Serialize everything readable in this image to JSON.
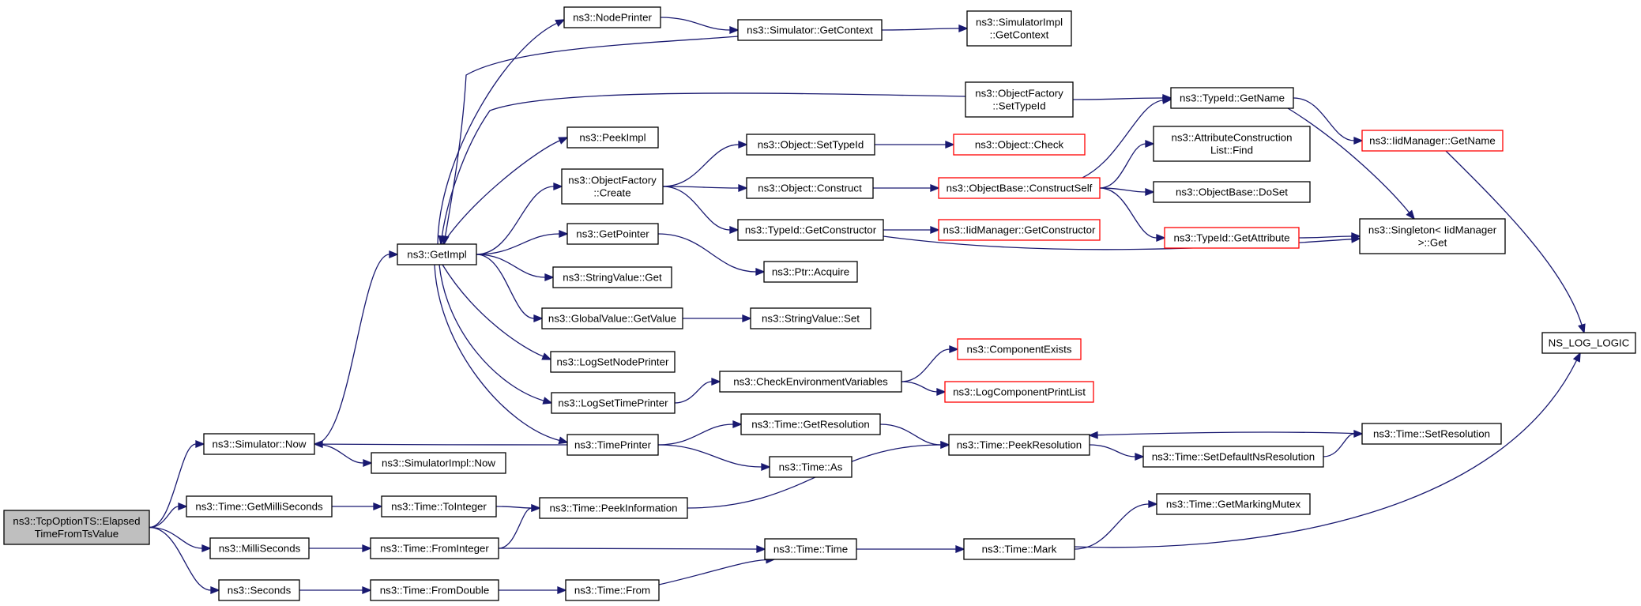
{
  "diagram": {
    "nodes": [
      {
        "id": "root",
        "lines": [
          "ns3::TcpOptionTS::Elapsed",
          "TimeFromTsValue"
        ],
        "style": "root"
      },
      {
        "id": "simnow",
        "lines": [
          "ns3::Simulator::Now"
        ]
      },
      {
        "id": "getms",
        "lines": [
          "ns3::Time::GetMilliSeconds"
        ]
      },
      {
        "id": "millis",
        "lines": [
          "ns3::MilliSeconds"
        ]
      },
      {
        "id": "seconds",
        "lines": [
          "ns3::Seconds"
        ]
      },
      {
        "id": "getimpl",
        "lines": [
          "ns3::GetImpl"
        ]
      },
      {
        "id": "simimplnow",
        "lines": [
          "ns3::SimulatorImpl::Now"
        ]
      },
      {
        "id": "toint",
        "lines": [
          "ns3::Time::ToInteger"
        ]
      },
      {
        "id": "fromint",
        "lines": [
          "ns3::Time::FromInteger"
        ]
      },
      {
        "id": "fromdbl",
        "lines": [
          "ns3::Time::FromDouble"
        ]
      },
      {
        "id": "nodeprinter",
        "lines": [
          "ns3::NodePrinter"
        ]
      },
      {
        "id": "peekimpl",
        "lines": [
          "ns3::PeekImpl"
        ]
      },
      {
        "id": "ofcreate",
        "lines": [
          "ns3::ObjectFactory",
          "::Create"
        ]
      },
      {
        "id": "getpointer",
        "lines": [
          "ns3::GetPointer"
        ]
      },
      {
        "id": "svget",
        "lines": [
          "ns3::StringValue::Get"
        ]
      },
      {
        "id": "gvgetvalue",
        "lines": [
          "ns3::GlobalValue::GetValue"
        ]
      },
      {
        "id": "logsetnode",
        "lines": [
          "ns3::LogSetNodePrinter"
        ]
      },
      {
        "id": "logsettime",
        "lines": [
          "ns3::LogSetTimePrinter"
        ]
      },
      {
        "id": "timeprinter",
        "lines": [
          "ns3::TimePrinter"
        ]
      },
      {
        "id": "peekinfo",
        "lines": [
          "ns3::Time::PeekInformation"
        ]
      },
      {
        "id": "timefrom",
        "lines": [
          "ns3::Time::From"
        ]
      },
      {
        "id": "simgetctx",
        "lines": [
          "ns3::Simulator::GetContext"
        ]
      },
      {
        "id": "objsettid",
        "lines": [
          "ns3::Object::SetTypeId"
        ]
      },
      {
        "id": "objconstruct",
        "lines": [
          "ns3::Object::Construct"
        ]
      },
      {
        "id": "tidgetctor",
        "lines": [
          "ns3::TypeId::GetConstructor"
        ]
      },
      {
        "id": "ptracquire",
        "lines": [
          "ns3::Ptr::Acquire"
        ]
      },
      {
        "id": "svset",
        "lines": [
          "ns3::StringValue::Set"
        ]
      },
      {
        "id": "checkenv",
        "lines": [
          "ns3::CheckEnvironmentVariables"
        ]
      },
      {
        "id": "getres",
        "lines": [
          "ns3::Time::GetResolution"
        ]
      },
      {
        "id": "timeas",
        "lines": [
          "ns3::Time::As"
        ]
      },
      {
        "id": "timetime",
        "lines": [
          "ns3::Time::Time"
        ]
      },
      {
        "id": "simimplctx",
        "lines": [
          "ns3::SimulatorImpl",
          "::GetContext"
        ]
      },
      {
        "id": "ofsettid",
        "lines": [
          "ns3::ObjectFactory",
          "::SetTypeId"
        ]
      },
      {
        "id": "objcheck",
        "lines": [
          "ns3::Object::Check"
        ],
        "style": "red"
      },
      {
        "id": "obconstructself",
        "lines": [
          "ns3::ObjectBase::ConstructSelf"
        ],
        "style": "red"
      },
      {
        "id": "iidgetctor",
        "lines": [
          "ns3::IidManager::GetConstructor"
        ],
        "style": "red"
      },
      {
        "id": "compexists",
        "lines": [
          "ns3::ComponentExists"
        ],
        "style": "red"
      },
      {
        "id": "logcompprint",
        "lines": [
          "ns3::LogComponentPrintList"
        ],
        "style": "red"
      },
      {
        "id": "peekres",
        "lines": [
          "ns3::Time::PeekResolution"
        ]
      },
      {
        "id": "timemark",
        "lines": [
          "ns3::Time::Mark"
        ]
      },
      {
        "id": "tidgetname",
        "lines": [
          "ns3::TypeId::GetName"
        ]
      },
      {
        "id": "acfind",
        "lines": [
          "ns3::AttributeConstruction",
          "List::Find"
        ]
      },
      {
        "id": "obdoset",
        "lines": [
          "ns3::ObjectBase::DoSet"
        ]
      },
      {
        "id": "tidgetattr",
        "lines": [
          "ns3::TypeId::GetAttribute"
        ],
        "style": "red"
      },
      {
        "id": "setdefaultns",
        "lines": [
          "ns3::Time::SetDefaultNsResolution"
        ]
      },
      {
        "id": "getmarkmutex",
        "lines": [
          "ns3::Time::GetMarkingMutex"
        ]
      },
      {
        "id": "iidgetname",
        "lines": [
          "ns3::IidManager::GetName"
        ],
        "style": "red"
      },
      {
        "id": "singleton",
        "lines": [
          "ns3::Singleton< IidManager",
          ">::Get"
        ]
      },
      {
        "id": "setres",
        "lines": [
          "ns3::Time::SetResolution"
        ]
      },
      {
        "id": "nslog",
        "lines": [
          "NS_LOG_LOGIC"
        ]
      }
    ],
    "edges": [
      [
        "root",
        "simnow"
      ],
      [
        "root",
        "getms"
      ],
      [
        "root",
        "millis"
      ],
      [
        "root",
        "seconds"
      ],
      [
        "simnow",
        "getimpl"
      ],
      [
        "simnow",
        "simimplnow"
      ],
      [
        "getms",
        "toint"
      ],
      [
        "toint",
        "peekinfo"
      ],
      [
        "millis",
        "fromint"
      ],
      [
        "fromint",
        "peekinfo"
      ],
      [
        "fromint",
        "timetime"
      ],
      [
        "seconds",
        "fromdbl"
      ],
      [
        "fromdbl",
        "timefrom"
      ],
      [
        "timefrom",
        "timetime"
      ],
      [
        "getimpl",
        "nodeprinter"
      ],
      [
        "getimpl",
        "peekimpl"
      ],
      [
        "getimpl",
        "ofcreate"
      ],
      [
        "getimpl",
        "getpointer"
      ],
      [
        "getimpl",
        "svget"
      ],
      [
        "getimpl",
        "gvgetvalue"
      ],
      [
        "getimpl",
        "logsetnode"
      ],
      [
        "getimpl",
        "logsettime"
      ],
      [
        "getimpl",
        "timeprinter"
      ],
      [
        "simgetctx",
        "getimpl"
      ],
      [
        "ofsettid",
        "getimpl"
      ],
      [
        "nodeprinter",
        "simgetctx"
      ],
      [
        "simgetctx",
        "simimplctx"
      ],
      [
        "ofcreate",
        "objsettid"
      ],
      [
        "ofcreate",
        "objconstruct"
      ],
      [
        "ofcreate",
        "tidgetctor"
      ],
      [
        "objsettid",
        "objcheck"
      ],
      [
        "objconstruct",
        "obconstructself"
      ],
      [
        "tidgetctor",
        "iidgetctor"
      ],
      [
        "tidgetctor",
        "singleton"
      ],
      [
        "getpointer",
        "ptracquire"
      ],
      [
        "gvgetvalue",
        "svset"
      ],
      [
        "logsettime",
        "checkenv"
      ],
      [
        "checkenv",
        "compexists"
      ],
      [
        "checkenv",
        "logcompprint"
      ],
      [
        "timeprinter",
        "simnow"
      ],
      [
        "timeprinter",
        "getres"
      ],
      [
        "timeprinter",
        "timeas"
      ],
      [
        "getres",
        "peekres"
      ],
      [
        "peekinfo",
        "peekres"
      ],
      [
        "peekres",
        "setdefaultns"
      ],
      [
        "setdefaultns",
        "setres"
      ],
      [
        "setres",
        "peekres"
      ],
      [
        "timetime",
        "timemark"
      ],
      [
        "timemark",
        "getmarkmutex"
      ],
      [
        "timemark",
        "nslog"
      ],
      [
        "ofsettid",
        "tidgetname"
      ],
      [
        "obconstructself",
        "tidgetname"
      ],
      [
        "obconstructself",
        "acfind"
      ],
      [
        "obconstructself",
        "obdoset"
      ],
      [
        "obconstructself",
        "tidgetattr"
      ],
      [
        "tidgetattr",
        "singleton"
      ],
      [
        "tidgetname",
        "iidgetname"
      ],
      [
        "tidgetname",
        "singleton"
      ],
      [
        "iidgetname",
        "nslog"
      ]
    ]
  }
}
